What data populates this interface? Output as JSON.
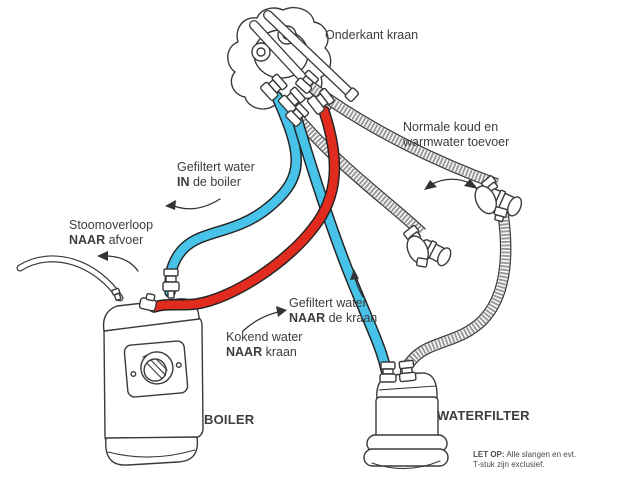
{
  "colors": {
    "cold_hose": "#47c2e9",
    "hot_hose": "#e02b1e",
    "outline": "#3a3a3a",
    "text": "#3d3d3d"
  },
  "labels": {
    "faucet_bottom": "Onderkant kraan",
    "supply_line1": "Normale koud en",
    "supply_line2": "warmwater toevoer",
    "filtered_in_line1": "Gefiltert water",
    "filtered_in_bold": "IN",
    "filtered_in_rest": " de boiler",
    "steam_line1": "Stoomoverloop",
    "steam_bold": "NAAR",
    "steam_rest": " afvoer",
    "filtered_tap_line1": "Gefiltert water",
    "filtered_tap_bold": "NAAR",
    "filtered_tap_rest": " de kraan",
    "boiling_line1": "Kokend water",
    "boiling_bold": "NAAR",
    "boiling_rest": " kraan",
    "boiler": "BOILER",
    "waterfilter": "WATERFILTER",
    "note_bold": "LET OP:",
    "note_rest": " Alle slangen en evt.",
    "note_line2": "T-stuk zijn exclusief."
  }
}
